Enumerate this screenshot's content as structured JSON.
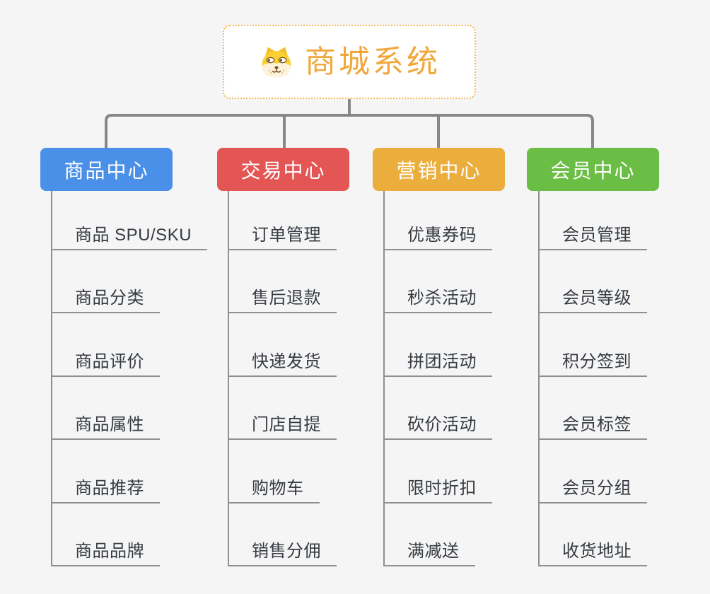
{
  "root": {
    "title": "商城系统",
    "icon": "shiba-dog-icon",
    "accent_color": "#F0A83B",
    "border_color": "#F3BA55"
  },
  "background_color": "#F5F5F5",
  "connector_color": "#878787",
  "spine_color": "#8F8F8F",
  "leaf_text_color": "#363B42",
  "branches": [
    {
      "label": "商品中心",
      "color": "#4A90E8",
      "items": [
        "商品 SPU/SKU",
        "商品分类",
        "商品评价",
        "商品属性",
        "商品推荐",
        "商品品牌"
      ]
    },
    {
      "label": "交易中心",
      "color": "#E35654",
      "items": [
        "订单管理",
        "售后退款",
        "快递发货",
        "门店自提",
        "购物车",
        "销售分佣"
      ]
    },
    {
      "label": "营销中心",
      "color": "#EBAE3C",
      "items": [
        "优惠券码",
        "秒杀活动",
        "拼团活动",
        "砍价活动",
        "限时折扣",
        "满减送"
      ]
    },
    {
      "label": "会员中心",
      "color": "#6ABD45",
      "items": [
        "会员管理",
        "会员等级",
        "积分签到",
        "会员标签",
        "会员分组",
        "收货地址"
      ]
    }
  ]
}
